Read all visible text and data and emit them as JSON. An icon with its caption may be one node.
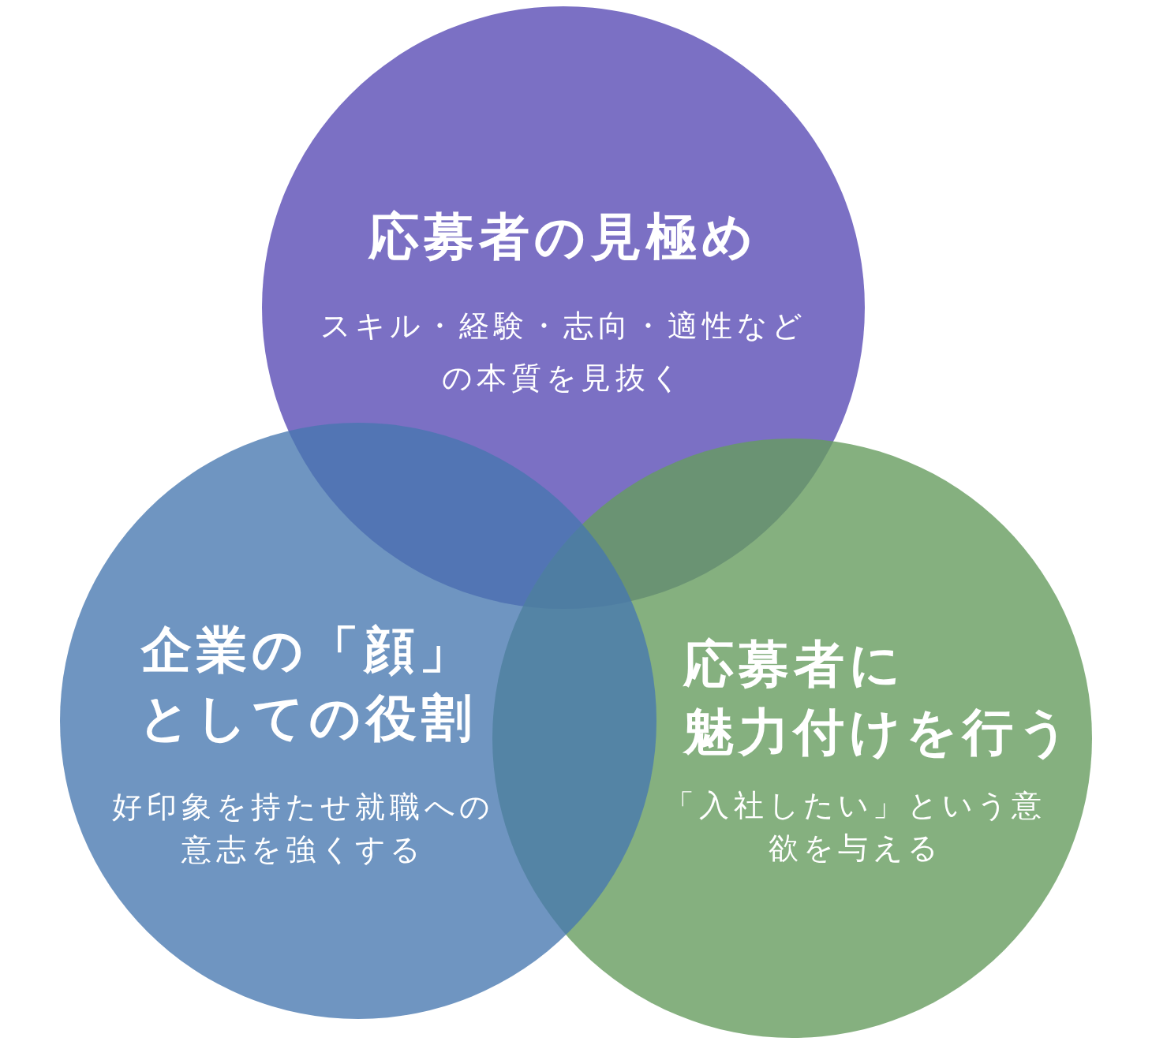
{
  "diagram": {
    "nodes": [
      {
        "text": [
          "応募者の見極め",
          "スキル・経験・志向・適性などの本質を見抜く"
        ]
      },
      {
        "text": [
          "企業の「顔」としての役割",
          "好印象を持たせ就職への意志を強くする"
        ]
      },
      {
        "text": [
          "応募者に魅力付けを行う",
          "「入社したい」という意欲を与える"
        ]
      }
    ]
  }
}
